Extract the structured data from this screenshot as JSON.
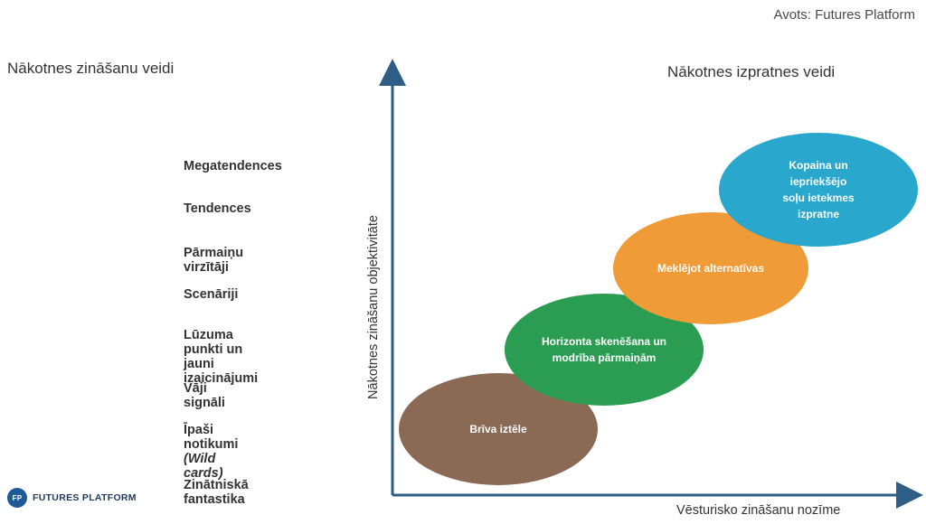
{
  "source": "Avots: Futures Platform",
  "left_title": "Nākotnes zināšanu veidi",
  "right_title": "Nākotnes izpratnes veidi",
  "knowledge_types": [
    {
      "label": "Megatendences",
      "sub": ""
    },
    {
      "label": "Tendences",
      "sub": ""
    },
    {
      "label": "Pārmaiņu virzītāji",
      "sub": ""
    },
    {
      "label": "Scenāriji",
      "sub": ""
    },
    {
      "label": "Lūzuma punkti un jauni\nizaicinājumi",
      "sub": ""
    },
    {
      "label": "Vāji signāli",
      "sub": ""
    },
    {
      "label": "Īpaši notikumi",
      "sub": "(Wild cards)"
    },
    {
      "label": "Zinātniskā fantastika",
      "sub": ""
    }
  ],
  "axes": {
    "y_label": "Nākotnes zināšanu objektivitāte",
    "x_label": "Vēsturisko zināšanu nozīme",
    "color": "#2e5d86"
  },
  "bubbles": [
    {
      "label": "Brīva iztēle",
      "color": "#8a6a55"
    },
    {
      "label": "Horizonta skenēšana un\nmodrība pārmaiņām",
      "color": "#2a9d53"
    },
    {
      "label": "Meklējot alternatīvas",
      "color": "#ef9b37"
    },
    {
      "label": "Kopaina un iepriekšējo\nsoļu ietekmes izpratne",
      "color": "#29a7cd"
    }
  ],
  "logo": {
    "mark": "FP",
    "text": "FUTURES PLATFORM"
  }
}
